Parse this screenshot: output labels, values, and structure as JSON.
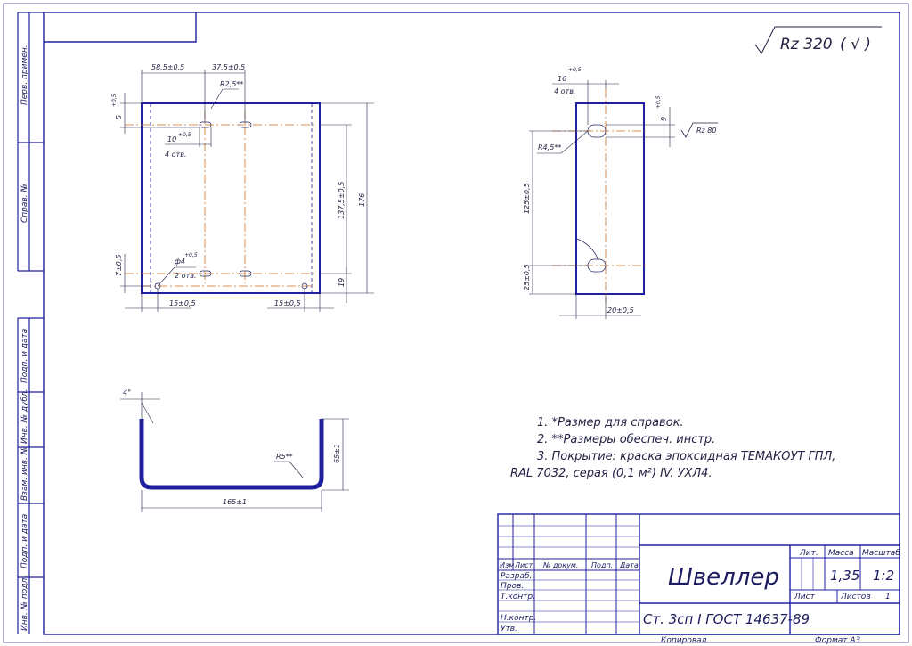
{
  "roughness": {
    "main": "Rz 320",
    "paren": "( √ )",
    "local": "Rz 80"
  },
  "front_view": {
    "dim_top_left": "58,5±0,5",
    "dim_top_mid": "37,5±0,5",
    "radius_top": "R2,5**",
    "slot_width": "10",
    "slot_tol": "+0,5",
    "slot_count": "4 отв.",
    "dim_left_5": "5",
    "dim_left_5_tol": "+0,5",
    "dim_left_7": "7±0,5",
    "hole_dia": "ф4",
    "hole_tol": "+0,5",
    "hole_count": "2 отв.",
    "dim_bottom_left": "15±0,5",
    "dim_bottom_right": "15±0,5",
    "dim_right_inner": "137,5±0,5",
    "dim_right_outer": "176",
    "dim_right_19": "19"
  },
  "side_view": {
    "dim_16": "16",
    "dim_16_tol": "+0,5",
    "count": "4 отв.",
    "dim_9": "9",
    "dim_9_tol": "+0,5",
    "radius": "R4,5**",
    "dim_125": "125±0,5",
    "dim_25": "25±0,5",
    "dim_20": "20±0,5"
  },
  "section_view": {
    "angle": "4°",
    "radius": "R5**",
    "dim_height": "65±1",
    "dim_width": "165±1"
  },
  "notes": [
    "1. *Размер для справок.",
    "2. **Размеры обеспеч. инстр.",
    "3. Покрытие: краска эпоксидная ТЕМАКОУТ ГПЛ,",
    "RAL 7032, серая (0,1 м²) IV. УХЛ4."
  ],
  "left_strip": [
    "Перв. примен.",
    "Справ. №",
    "Подп. и дата",
    "Инв. № дубл.",
    "Взам. инв. №",
    "Подп. и дата",
    "Инв. № подл."
  ],
  "stamp": {
    "headers": [
      "Изм",
      "Лист",
      "№ докум.",
      "Подп.",
      "Дата"
    ],
    "roles": [
      "Разраб.",
      "Пров.",
      "Т.контр.",
      "",
      "Н.контр.",
      "Утв."
    ],
    "title": "Швеллер",
    "material": "Ст. 3сп I ГОСТ 14637-89",
    "lit_label": "Лит.",
    "mass_label": "Масса",
    "scale_label": "Масштаб",
    "mass": "1,35",
    "scale": "1:2",
    "sheet_label": "Лист",
    "sheets_label": "Листов",
    "sheets": "1",
    "copied": "Копировал",
    "format": "Формат  А3"
  }
}
